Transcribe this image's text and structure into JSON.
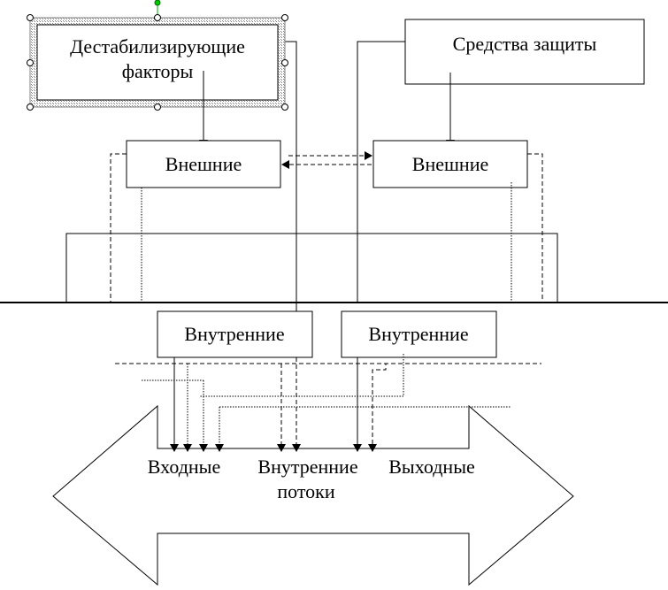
{
  "labels": {
    "destab_line1": "Дестабилизирующие",
    "destab_line2": "факторы",
    "protection": "Средства  защиты",
    "external_left": "Внешние",
    "external_right": "Внешние",
    "internal_left": "Внутренние",
    "internal_right": "Внутренние",
    "input": "Входные",
    "internal_line1": "Внутренние",
    "internal_line2": "потоки",
    "output": "Выходные"
  },
  "colors": {
    "stroke": "#000000",
    "background": "#ffffff",
    "selection_handle_fill": "#ffffff",
    "rotation_handle": "#00aa00",
    "selection_hatch": "#808080"
  }
}
